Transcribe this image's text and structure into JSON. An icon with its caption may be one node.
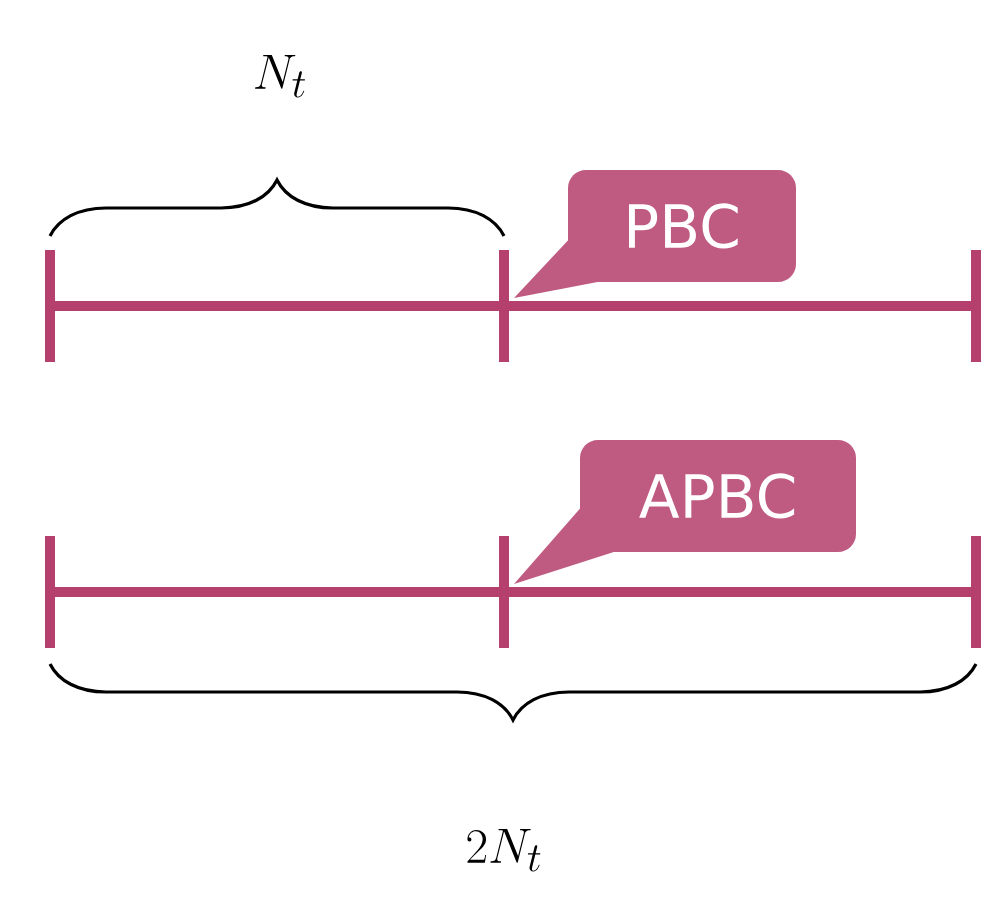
{
  "diagram": {
    "nodes": [
      {
        "text": [
          "PBC"
        ]
      },
      {
        "text": [
          "APBC"
        ]
      }
    ],
    "labels": [
      "N_t",
      "2N_t"
    ]
  }
}
